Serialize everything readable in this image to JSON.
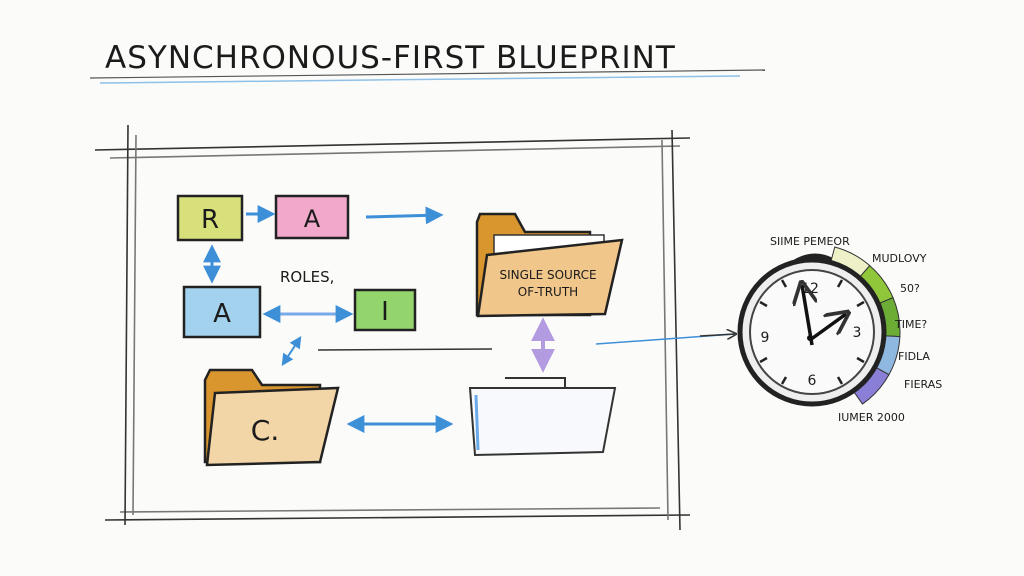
{
  "title": "ASYNCHRONOUS-FIRST BLUEPRINT",
  "raci": {
    "r": "R",
    "a1": "A",
    "a2": "A",
    "i": "I",
    "roles_label": "ROLES,",
    "c": "C."
  },
  "folder": {
    "line1": "SINGLE SOURCE",
    "line2": "OF-TRUTH"
  },
  "clock": {
    "numerals": [
      "12",
      "3",
      "6",
      "9"
    ],
    "labels": [
      "SIIME PEMEOR",
      "MUDLOVY",
      "50?",
      "TIME?",
      "FIDLA",
      "FIERAS",
      "IUMER 2000"
    ],
    "segment_colors": [
      "#eef0c8",
      "#8fc63a",
      "#6cae35",
      "#8fb8e0",
      "#8a7fd6"
    ]
  },
  "colors": {
    "r_box": "#d8e07a",
    "a_box_pink": "#f2a8cb",
    "a_box_blue": "#a3d2ef",
    "i_box": "#93d46c",
    "folder": "#e8b46a",
    "arrow_blue": "#3d8fd8",
    "arrow_purple": "#b29be0"
  }
}
